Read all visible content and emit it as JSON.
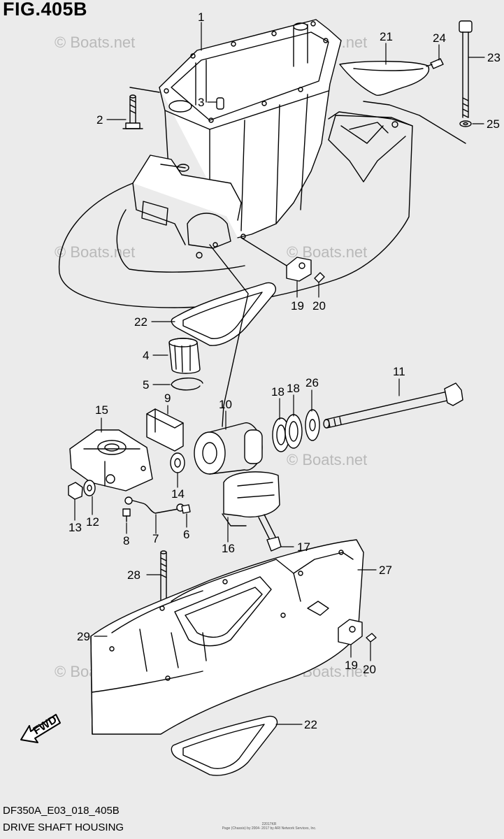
{
  "figure": {
    "title": "FIG.405B",
    "code": "DF350A_E03_018_405B",
    "name": "DRIVE SHAFT HOUSING",
    "small_copyright_1": "22017KR",
    "small_copyright_2": "Page (Chassis) by 2004- 2017 by ARI Network Services, Inc."
  },
  "watermark": "© Boats.net",
  "direction_label": "FWD",
  "callouts": [
    "1",
    "2",
    "3",
    "4",
    "5",
    "6",
    "7",
    "8",
    "9",
    "10",
    "11",
    "12",
    "13",
    "14",
    "15",
    "16",
    "17",
    "18",
    "18",
    "19",
    "19",
    "20",
    "20",
    "21",
    "22",
    "22",
    "23",
    "24",
    "25",
    "26",
    "27",
    "28",
    "29"
  ]
}
